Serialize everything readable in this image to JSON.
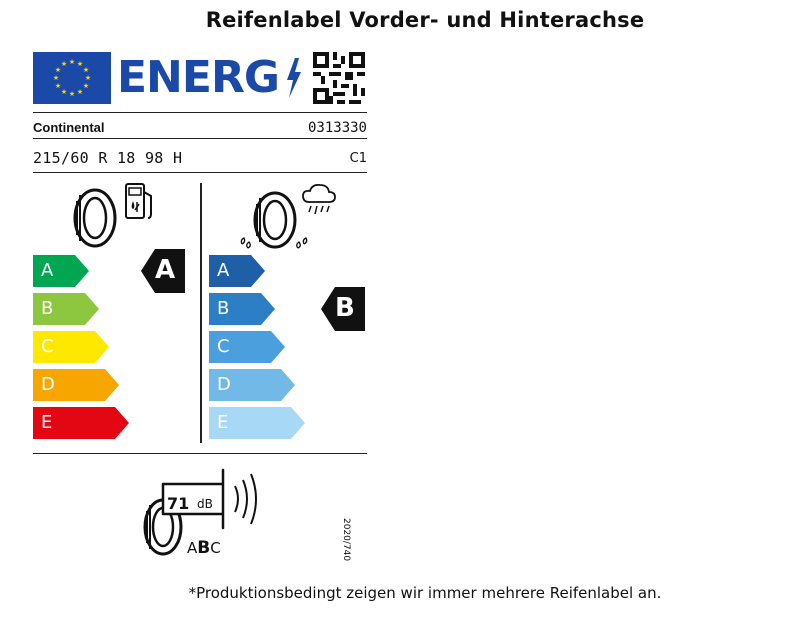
{
  "header": {
    "title": "Reifenlabel Vorder- und Hinterachse"
  },
  "label": {
    "energy_word": "ENERG",
    "supplier": "Continental",
    "type_identifier": "0313330",
    "tyre_size": "215/60 R 18 98 H",
    "tyre_class": "C1",
    "regulation": "2020/740",
    "fuel_efficiency": {
      "icon": "fuel-pump-icon",
      "scale": [
        "A",
        "B",
        "C",
        "D",
        "E"
      ],
      "colors": [
        "#00a651",
        "#8dc63f",
        "#ffe800",
        "#f7a600",
        "#e30613"
      ],
      "rating": "A"
    },
    "wet_grip": {
      "icon": "rain-cloud-icon",
      "scale": [
        "A",
        "B",
        "C",
        "D",
        "E"
      ],
      "colors": [
        "#1e5fa8",
        "#2c7fc4",
        "#4a9fdc",
        "#72b9e8",
        "#a7d8f5"
      ],
      "rating": "B"
    },
    "noise": {
      "value": "71",
      "unit": "dB",
      "class_left": "A",
      "class_mid": "B",
      "class_right": "C"
    }
  },
  "footer": {
    "note": "*Produktionsbedingt zeigen wir immer mehrere Reifenlabel an."
  }
}
